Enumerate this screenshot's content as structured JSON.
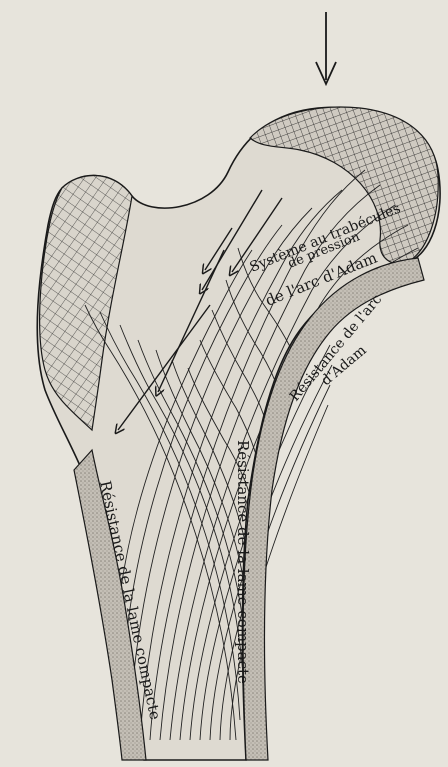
{
  "labels": {
    "systeme_line1": "Système au trabécules",
    "systeme_line2": "de pression",
    "systeme_line3": "de l'arc d'Adam",
    "resistance_arc_line1": "Résistance de l'arc",
    "resistance_arc_line2": "d'Adam",
    "lame_right": "Résistance de la lame compacte",
    "lame_left": "Résistance de la lame compacte"
  },
  "colors": {
    "paper": "#e7e4dc",
    "ink": "#1a1a1a",
    "cortex_fill": "#b9b4ab"
  }
}
